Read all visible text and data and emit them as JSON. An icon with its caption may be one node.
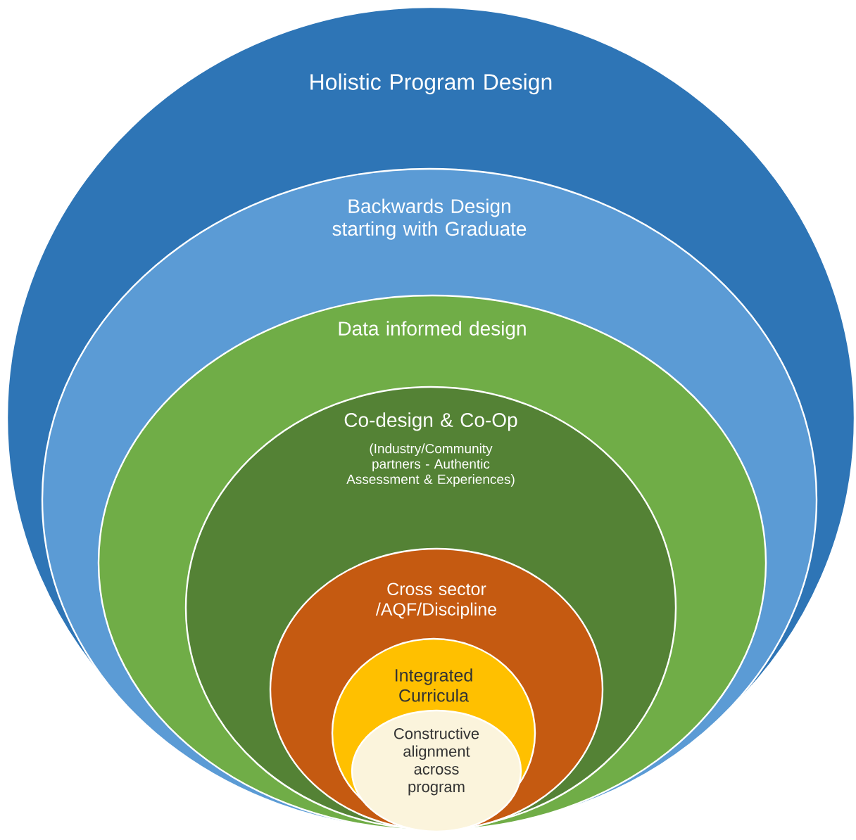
{
  "diagram": {
    "nodes": [
      {
        "text": [
          "Holistic Program Design"
        ]
      },
      {
        "text": [
          "Backwards Design starting with Graduate"
        ],
        "in": 0
      },
      {
        "text": [
          "Data informed design"
        ],
        "in": 1
      },
      {
        "text": [
          "Co-design & Co-Op",
          "(Industry/Community partners - Authentic Assessment & Experiences)"
        ],
        "in": 2
      },
      {
        "text": [
          "Cross sector /AQF/Discipline"
        ],
        "in": 3
      },
      {
        "text": [
          "Integrated Curricula"
        ],
        "in": 4
      },
      {
        "text": [
          "Constructive alignment across program"
        ],
        "in": 5
      }
    ]
  }
}
